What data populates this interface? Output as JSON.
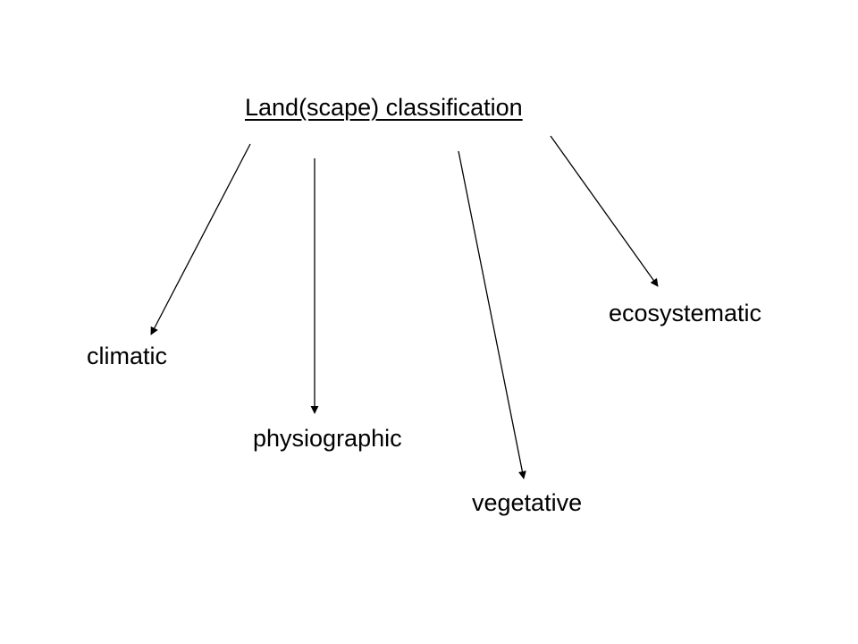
{
  "title": "Land(scape) classification",
  "categories": {
    "climatic": "climatic",
    "physiographic": "physiographic",
    "vegetative": "vegetative",
    "ecosystematic": "ecosystematic"
  },
  "colors": {
    "text": "#000000",
    "lines": "#000000",
    "background": "#ffffff"
  }
}
